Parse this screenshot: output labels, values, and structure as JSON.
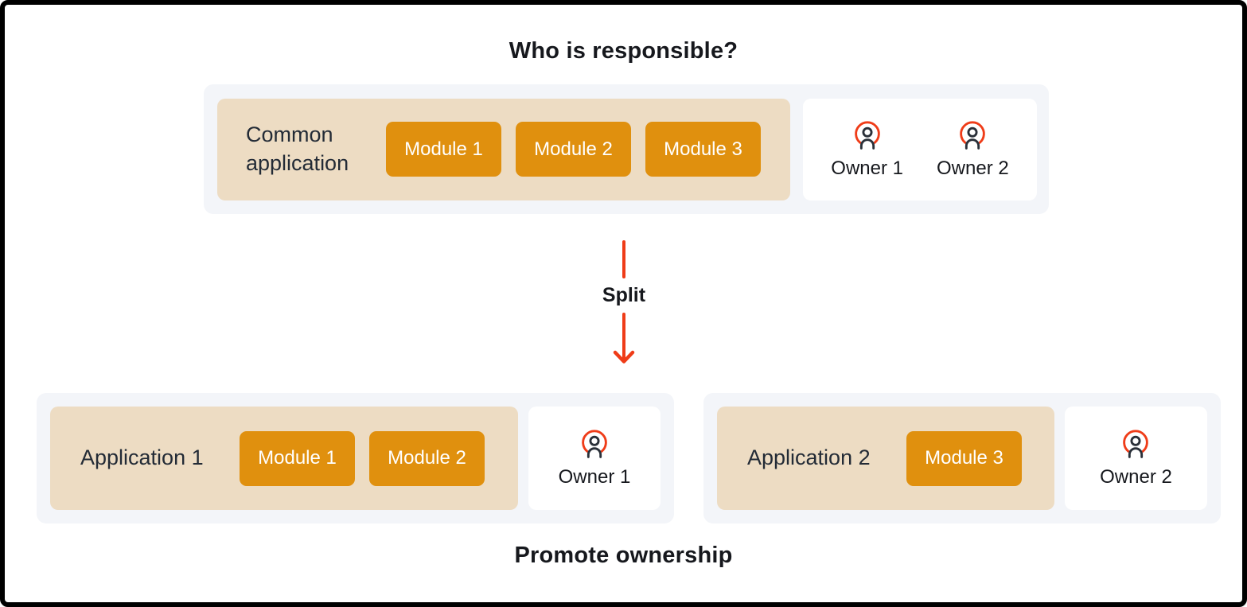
{
  "titles": {
    "top": "Who is responsible?",
    "bottom": "Promote ownership"
  },
  "colors": {
    "module_orange": "#e0900e",
    "application_tan": "#eddcc3",
    "group_gray": "#f3f5f9",
    "card_white": "#ffffff",
    "accent_red": "#ef3c18",
    "text_dark": "#232b36"
  },
  "split": {
    "label": "Split"
  },
  "common_group": {
    "application_label": "Common application",
    "modules": [
      "Module 1",
      "Module 2",
      "Module 3"
    ],
    "owners": [
      "Owner 1",
      "Owner 2"
    ]
  },
  "split_groups": [
    {
      "application_label": "Application 1",
      "modules": [
        "Module 1",
        "Module 2"
      ],
      "owners": [
        "Owner 1"
      ]
    },
    {
      "application_label": "Application 2",
      "modules": [
        "Module 3"
      ],
      "owners": [
        "Owner 2"
      ]
    }
  ]
}
